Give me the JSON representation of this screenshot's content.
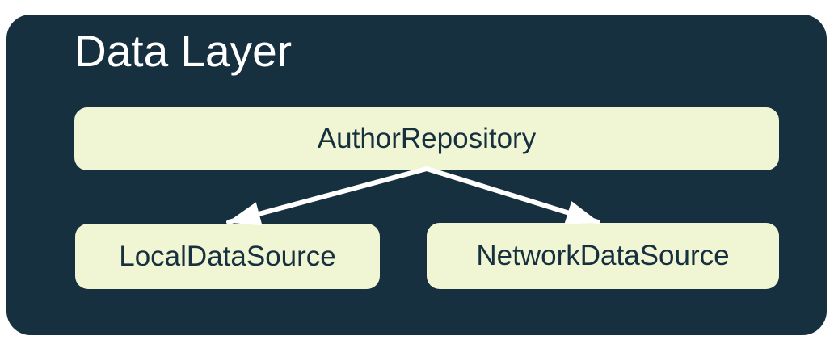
{
  "diagram": {
    "title": "Data Layer",
    "nodes": {
      "repository": {
        "label": "AuthorRepository"
      },
      "local": {
        "label": "LocalDataSource"
      },
      "network": {
        "label": "NetworkDataSource"
      }
    },
    "edges": [
      {
        "from": "AuthorRepository",
        "to": "LocalDataSource"
      },
      {
        "from": "AuthorRepository",
        "to": "NetworkDataSource"
      }
    ],
    "colors": {
      "page_background": "#FFFFFF",
      "container_background": "#16303F",
      "node_background": "#F0F5D3",
      "node_text": "#16303F",
      "title_text": "#FFFFFF",
      "arrow": "#FFFFFF"
    }
  }
}
